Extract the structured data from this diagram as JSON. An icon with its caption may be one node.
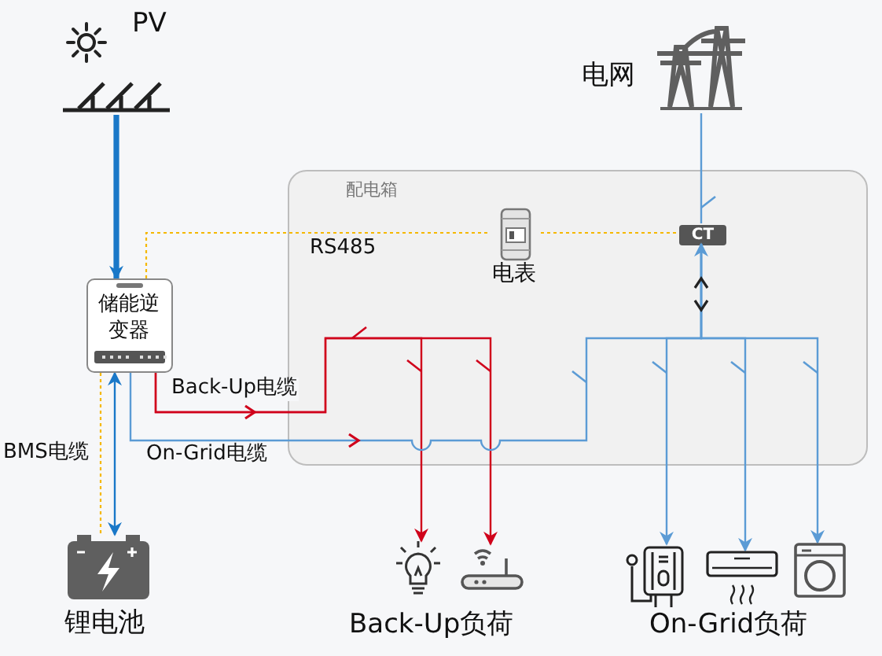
{
  "diagram": {
    "nodes": [
      {
        "text": [
          "PV"
        ]
      },
      {
        "text": [
          "电网"
        ]
      },
      {
        "text": [
          "配电箱"
        ]
      },
      {
        "text": [
          "储能逆变器"
        ]
      },
      {
        "text": [
          "电表"
        ],
        "in": 2
      },
      {
        "text": [
          "CT"
        ],
        "in": 2
      },
      {
        "text": [
          "锂电池"
        ]
      },
      {
        "text": [],
        "shape": "picture"
      },
      {
        "text": [],
        "shape": "picture"
      },
      {
        "text": [],
        "shape": "picture"
      },
      {
        "text": [],
        "shape": "picture"
      },
      {
        "text": [],
        "shape": "picture"
      }
    ],
    "edges": [
      {
        "from": 0,
        "to": 3,
        "arrow": "to",
        "style": "thick",
        "color": "#1a78c8"
      },
      {
        "from": 3,
        "to": 6,
        "arrow": "both",
        "color": "#1a78c8"
      },
      {
        "from": 3,
        "to": 6,
        "arrow": "none",
        "style": "dashed",
        "color": "#f5b800",
        "label": "BMS电缆"
      },
      {
        "from": 3,
        "to": 4,
        "arrow": "none",
        "style": "dashed",
        "color": "#f5b800",
        "label": "RS485"
      },
      {
        "from": 4,
        "to": 5,
        "arrow": "none",
        "style": "dashed",
        "color": "#f5b800"
      },
      {
        "from": 1,
        "to": 5,
        "arrow": "none"
      },
      {
        "from": 3,
        "to": 7,
        "arrow": "to",
        "color": "#d0021b",
        "label": "Back-Up电缆"
      },
      {
        "from": 3,
        "to": 8,
        "arrow": "to",
        "color": "#d0021b"
      },
      {
        "from": 3,
        "to": 5,
        "arrow": "to",
        "label": "On-Grid电缆"
      },
      {
        "from": 5,
        "to": 9,
        "arrow": "to"
      },
      {
        "from": 5,
        "to": 10,
        "arrow": "to"
      },
      {
        "from": 5,
        "to": 11,
        "arrow": "to"
      }
    ],
    "labels": [
      "Back-Up负荷",
      "On-Grid负荷"
    ]
  }
}
